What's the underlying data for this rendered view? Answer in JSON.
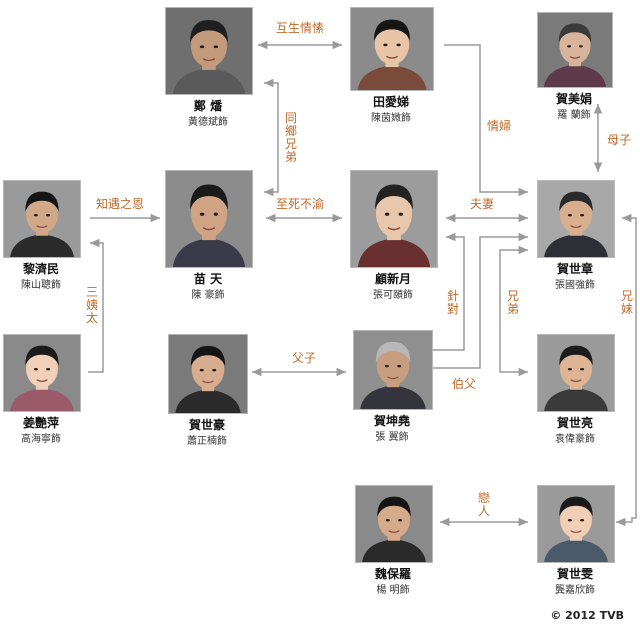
{
  "people": [
    {
      "id": "zheng",
      "name": "鄭 燔",
      "actor": "黃德斌飾",
      "colors": {
        "bg": "#6f6f6f",
        "skin": "#c49a7c",
        "hair": "#1f1f1f",
        "cloth": "#5a5a5a"
      }
    },
    {
      "id": "tian",
      "name": "田愛娣",
      "actor": "陳茵媺飾",
      "colors": {
        "bg": "#8b8b8b",
        "skin": "#e8c4a8",
        "hair": "#151515",
        "cloth": "#7a4a3a"
      }
    },
    {
      "id": "he_meijuan",
      "name": "賀美娟",
      "actor": "羅 蘭飾",
      "colors": {
        "bg": "#7a7a7a",
        "skin": "#d9b49c",
        "hair": "#3a3a3a",
        "cloth": "#5c3a4a"
      }
    },
    {
      "id": "li",
      "name": "黎濟民",
      "actor": "陳山聰飾",
      "colors": {
        "bg": "#9a9a9a",
        "skin": "#d1a989",
        "hair": "#141414",
        "cloth": "#2b2b2b"
      }
    },
    {
      "id": "miao",
      "name": "苗 天",
      "actor": "陳 豪飾",
      "colors": {
        "bg": "#8c8c8c",
        "skin": "#cfa384",
        "hair": "#1a1a1a",
        "cloth": "#3a3a4a"
      }
    },
    {
      "id": "gu",
      "name": "顧新月",
      "actor": "張可頤飾",
      "colors": {
        "bg": "#9c9c9c",
        "skin": "#e8c7ac",
        "hair": "#222222",
        "cloth": "#6a3030"
      }
    },
    {
      "id": "he_shizhang",
      "name": "賀世章",
      "actor": "張國強飾",
      "colors": {
        "bg": "#a8a8a8",
        "skin": "#d8b090",
        "hair": "#2a2a2a",
        "cloth": "#2e2e36"
      }
    },
    {
      "id": "jiang",
      "name": "姜艷萍",
      "actor": "高海寧飾",
      "colors": {
        "bg": "#8a8a8a",
        "skin": "#f0d0b8",
        "hair": "#1b1b1b",
        "cloth": "#9a5a6a"
      }
    },
    {
      "id": "he_shihao",
      "name": "賀世豪",
      "actor": "蕭正楠飾",
      "colors": {
        "bg": "#7a7a7a",
        "skin": "#d6ad8e",
        "hair": "#151515",
        "cloth": "#2a2a2a"
      }
    },
    {
      "id": "he_kunyao",
      "name": "賀坤堯",
      "actor": "張 翼飾",
      "colors": {
        "bg": "#8f8f8f",
        "skin": "#c79f80",
        "hair": "#b8b8b8",
        "cloth": "#34343c"
      }
    },
    {
      "id": "he_shiliang",
      "name": "賀世亮",
      "actor": "袁偉豪飾",
      "colors": {
        "bg": "#9a9a9a",
        "skin": "#ddb595",
        "hair": "#1c1c1c",
        "cloth": "#3a3a3a"
      }
    },
    {
      "id": "wei",
      "name": "魏保羅",
      "actor": "楊 明飾",
      "colors": {
        "bg": "#8a8a8a",
        "skin": "#d5ab8b",
        "hair": "#141414",
        "cloth": "#2a2a2a"
      }
    },
    {
      "id": "he_shiwen",
      "name": "賀世雯",
      "actor": "龔嘉欣飾",
      "colors": {
        "bg": "#9a9a9a",
        "skin": "#f0cfb6",
        "hair": "#1a1a1a",
        "cloth": "#4a5a6a"
      }
    }
  ],
  "relations": {
    "mutual_admiration": "互生情愫",
    "fellow_townsmen": "同鄉兄弟",
    "lovers_affair": "情婦",
    "mother_son": "母子",
    "gratitude": "知遇之恩",
    "loyal_till_death": "至死不渝",
    "husband_wife": "夫妻",
    "third_concubine": "三姨太",
    "aimed_at": "針對",
    "brothers": "兄弟",
    "siblings": "兄妹",
    "father_son": "父子",
    "uncle": "伯父",
    "romance": "戀人"
  },
  "copyright": "© 2012 TVB",
  "colors": {
    "line": "#9a9a9a",
    "label": "#c06a2a"
  }
}
